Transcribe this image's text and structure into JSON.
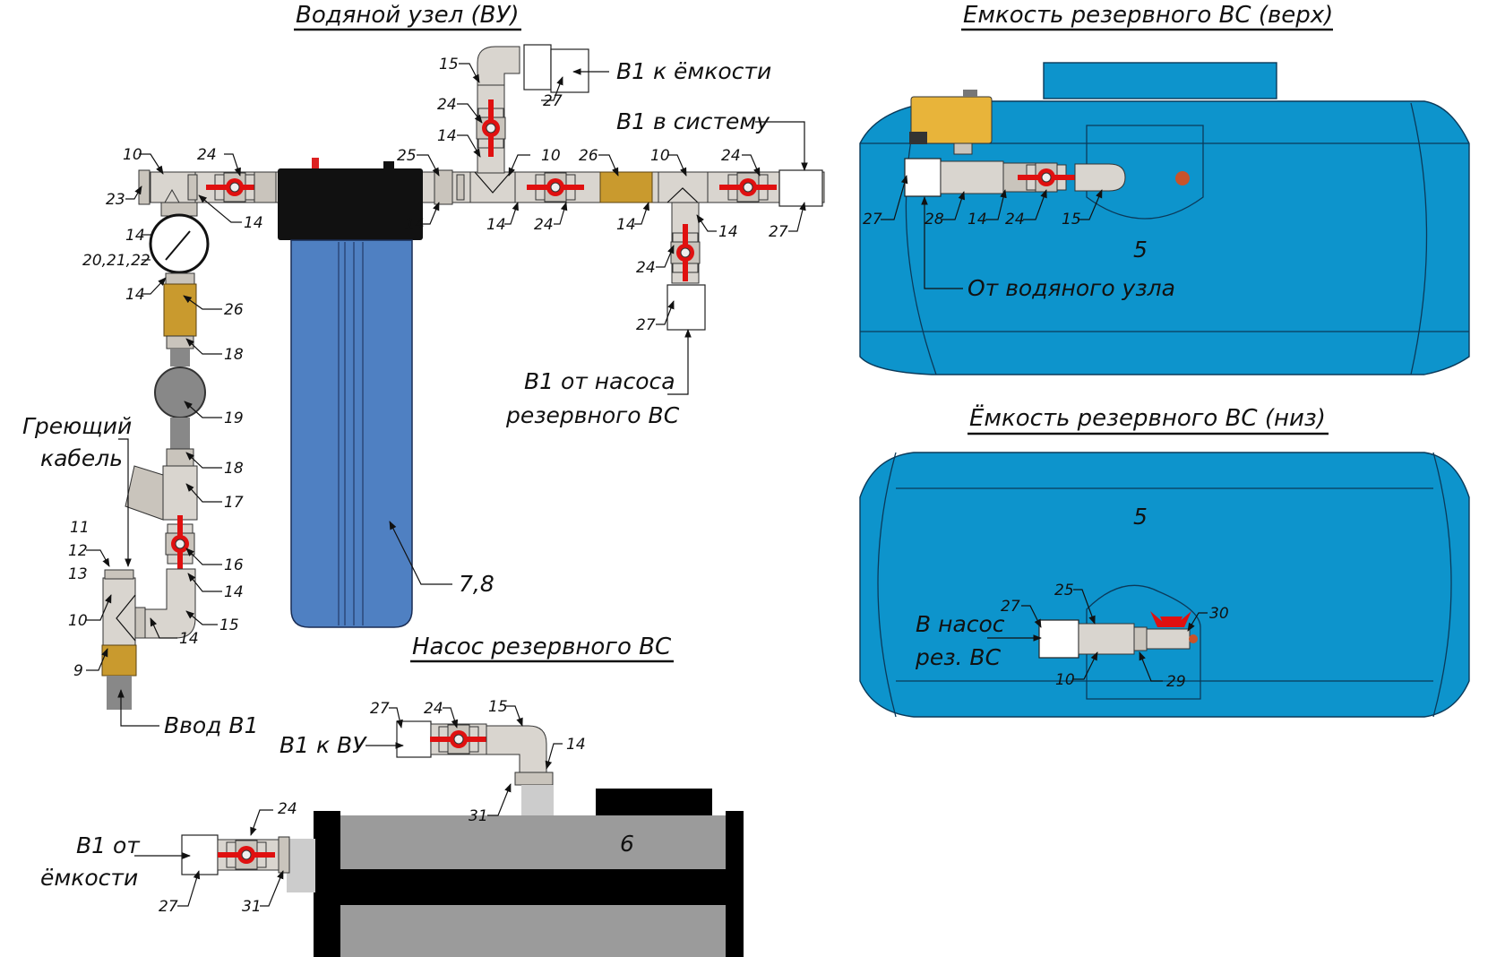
{
  "titles": {
    "water_unit": "Водяной узел (ВУ)",
    "tank_top": "Емкость резервного ВС (верх)",
    "tank_bottom": "Ёмкость резервного ВС (низ)",
    "pump": "Насос резервного ВС"
  },
  "captions": {
    "to_tank": "В1 к ёмкости",
    "to_system": "В1 в систему",
    "from_pump_1": "В1 от насоса",
    "from_pump_2": "резервного ВС",
    "heating_cable_1": "Греющий",
    "heating_cable_2": "кабель",
    "inlet": "Ввод В1",
    "from_water_unit": "От водяного узла",
    "to_pump_1": "В насос",
    "to_pump_2": "рез. ВС",
    "to_water_unit": "В1 к ВУ",
    "from_tank_1": "В1 от",
    "from_tank_2": "ёмкости"
  },
  "component_labels": {
    "filter": "7,8",
    "tank_top": "5",
    "tank_bottom": "5",
    "pump": "6",
    "gauge": "20,21,22"
  },
  "water_unit_callouts": [
    "10",
    "23",
    "24",
    "14",
    "14",
    "20,21,22",
    "14",
    "26",
    "18",
    "19",
    "18",
    "17",
    "16",
    "14",
    "15",
    "14",
    "11",
    "12",
    "13",
    "10",
    "9",
    "25",
    "14",
    "15",
    "24",
    "14",
    "10",
    "14",
    "24",
    "26",
    "14",
    "10",
    "14",
    "24",
    "24",
    "27",
    "27",
    "27"
  ],
  "tank_top_callouts": [
    "27",
    "28",
    "14",
    "24",
    "15"
  ],
  "tank_bottom_callouts": [
    "27",
    "25",
    "10",
    "29",
    "30"
  ],
  "pump_callouts": [
    "27",
    "24",
    "15",
    "14",
    "31",
    "24",
    "27",
    "31"
  ],
  "colors": {
    "tank_blue": "#0d94cc",
    "filter_blue": "#4f80c2",
    "valve_red": "#e01010",
    "brass": "#c99a2e",
    "actuator_yellow": "#e8b43a",
    "pump_grey": "#9b9b9b",
    "fitting_grey": "#d9d5cf"
  }
}
